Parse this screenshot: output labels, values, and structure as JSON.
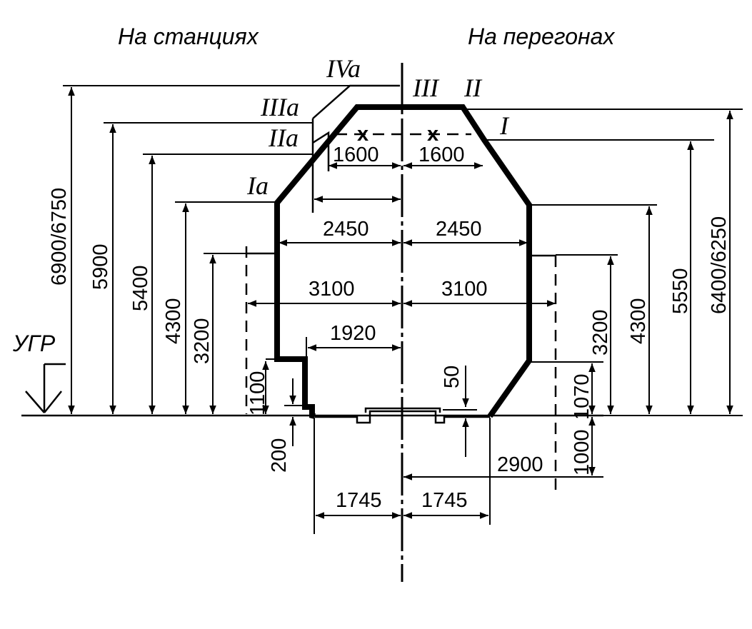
{
  "headers": {
    "stations": "На станциях",
    "hauls": "На перегонах"
  },
  "ugr_label": "УГР",
  "roman_labels": {
    "IVa": "IVa",
    "IIIa": "IIIa",
    "IIa": "IIa",
    "Ia": "Ia",
    "III": "III",
    "II": "II",
    "I": "I"
  },
  "marks": {
    "cross_left": "x",
    "cross_right": "x"
  },
  "dimensions": {
    "h_6900_6750": "6900/6750",
    "h_5900": "5900",
    "h_5400": "5400",
    "h_4300_left": "4300",
    "h_3200_left": "3200",
    "h_1100": "1100",
    "h_200": "200",
    "h_50": "50",
    "h_3200_right": "3200",
    "h_1070": "1070",
    "h_1000": "1000",
    "h_4300_right": "4300",
    "h_5550": "5550",
    "h_6400_6250": "6400/6250",
    "w_1600_left": "1600",
    "w_1600_right": "1600",
    "w_2450_left": "2450",
    "w_2450_right": "2450",
    "w_3100_left": "3100",
    "w_3100_right": "3100",
    "w_1920": "1920",
    "w_2900": "2900",
    "w_1745_left": "1745",
    "w_1745_right": "1745"
  }
}
